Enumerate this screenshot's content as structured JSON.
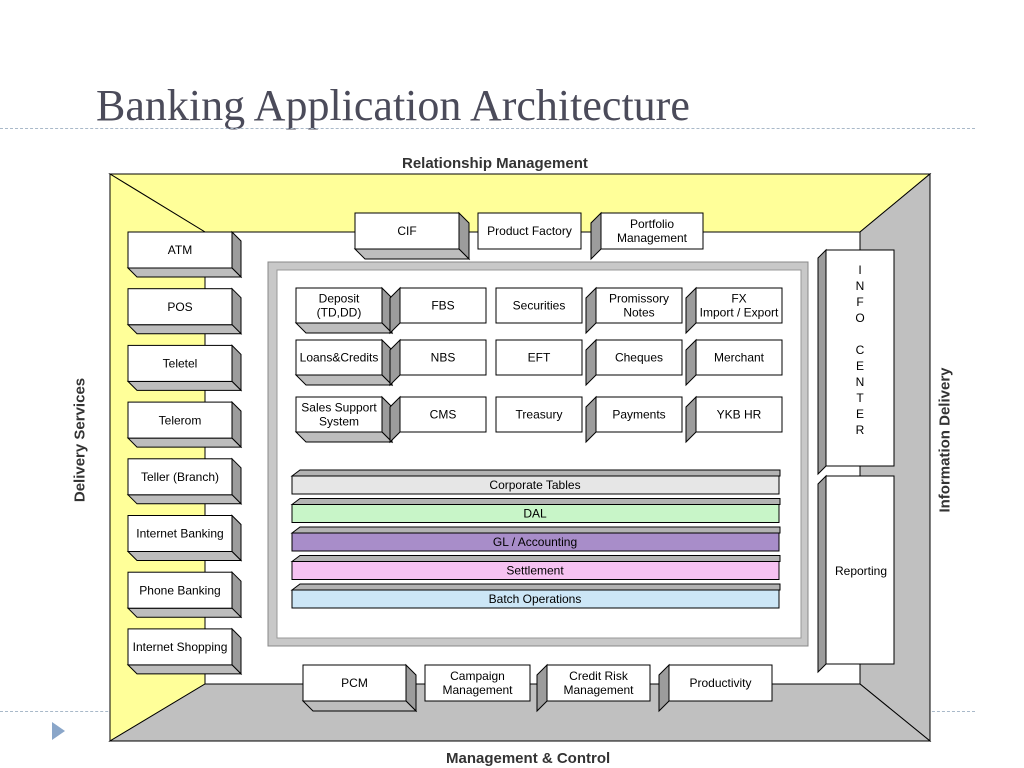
{
  "title": "Banking Application Architecture",
  "sections": {
    "top": "Relationship Management",
    "bottom": "Management & Control",
    "left": "Delivery Services",
    "right": "Information Delivery"
  },
  "delivery_channels": [
    {
      "key": "atm",
      "label": "ATM"
    },
    {
      "key": "pos",
      "label": "POS"
    },
    {
      "key": "teletel",
      "label": "Teletel"
    },
    {
      "key": "telerom",
      "label": "Telerom"
    },
    {
      "key": "teller-branch",
      "label": "Teller (Branch)"
    },
    {
      "key": "internet-banking",
      "label": "Internet Banking"
    },
    {
      "key": "phone-banking",
      "label": "Phone Banking"
    },
    {
      "key": "internet-shopping",
      "label": "Internet Shopping"
    }
  ],
  "relationship_apps": [
    {
      "key": "cif",
      "lines": [
        "CIF"
      ]
    },
    {
      "key": "product-factory",
      "lines": [
        "Product Factory"
      ]
    },
    {
      "key": "portfolio-management",
      "lines": [
        "Portfolio",
        "Management"
      ]
    }
  ],
  "core_apps": [
    {
      "key": "deposit",
      "lines": [
        "Deposit",
        "(TD,DD)"
      ]
    },
    {
      "key": "fbs",
      "lines": [
        "FBS"
      ]
    },
    {
      "key": "securities",
      "lines": [
        "Securities"
      ]
    },
    {
      "key": "promissory-notes",
      "lines": [
        "Promissory",
        "Notes"
      ]
    },
    {
      "key": "fx",
      "lines": [
        "FX",
        "Import / Export"
      ]
    },
    {
      "key": "loans-credits",
      "lines": [
        "Loans&Credits"
      ]
    },
    {
      "key": "nbs",
      "lines": [
        "NBS"
      ]
    },
    {
      "key": "eft",
      "lines": [
        "EFT"
      ]
    },
    {
      "key": "cheques",
      "lines": [
        "Cheques"
      ]
    },
    {
      "key": "merchant",
      "lines": [
        "Merchant"
      ]
    },
    {
      "key": "sales-support",
      "lines": [
        "Sales Support",
        "System"
      ]
    },
    {
      "key": "cms",
      "lines": [
        "CMS"
      ]
    },
    {
      "key": "treasury",
      "lines": [
        "Treasury"
      ]
    },
    {
      "key": "payments",
      "lines": [
        "Payments"
      ]
    },
    {
      "key": "ykb-hr",
      "lines": [
        "YKB HR"
      ]
    }
  ],
  "layers": [
    {
      "key": "corporate-tables",
      "label": "Corporate Tables",
      "color": "#e6e6e6"
    },
    {
      "key": "dal",
      "label": "DAL",
      "color": "#c8f5c8"
    },
    {
      "key": "gl-accounting",
      "label": "GL / Accounting",
      "color": "#a88dc9"
    },
    {
      "key": "settlement",
      "label": "Settlement",
      "color": "#f6c2f2"
    },
    {
      "key": "batch-operations",
      "label": "Batch Operations",
      "color": "#cce6f6"
    }
  ],
  "info_center": [
    "I",
    "N",
    "F",
    "O",
    "",
    "C",
    "E",
    "N",
    "T",
    "E",
    "R"
  ],
  "reporting": "Reporting",
  "management_apps": [
    {
      "key": "pcm",
      "lines": [
        "PCM"
      ]
    },
    {
      "key": "campaign-management",
      "lines": [
        "Campaign",
        "Management"
      ]
    },
    {
      "key": "credit-risk-management",
      "lines": [
        "Credit Risk",
        "Management"
      ]
    },
    {
      "key": "productivity",
      "lines": [
        "Productivity"
      ]
    }
  ],
  "colors": {
    "frame_yellow": "#ffff99",
    "frame_gray": "#c0c0c0",
    "box_side": "#9c9c9c",
    "title": "#4b4b5a"
  }
}
